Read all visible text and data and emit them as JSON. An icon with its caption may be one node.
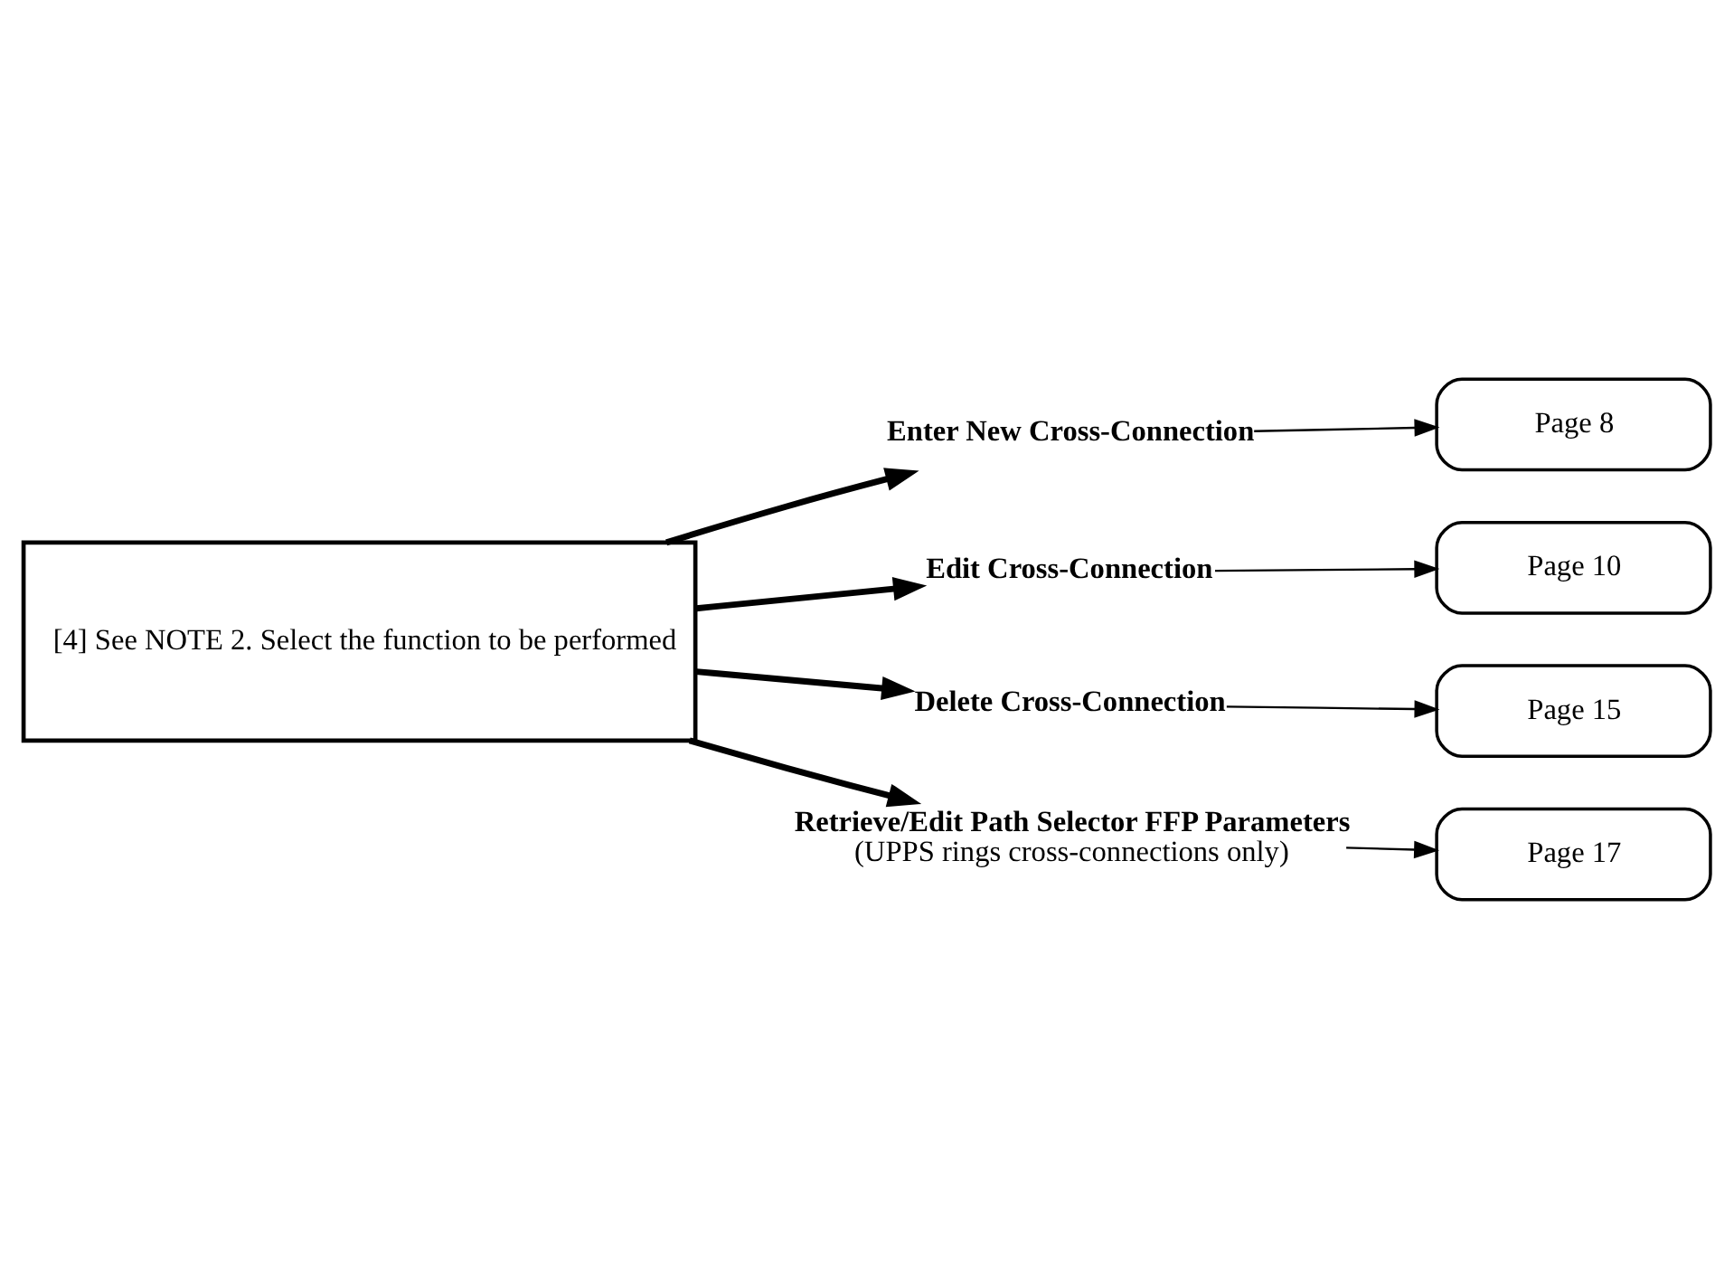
{
  "diagram": {
    "nodes": [
      {
        "text": [
          "[4] See NOTE 2. Select the function to be performed"
        ]
      },
      {
        "text": [
          "Enter New Cross-Connection"
        ]
      },
      {
        "text": [
          "Edit Cross-Connection"
        ]
      },
      {
        "text": [
          "Delete Cross-Connection"
        ]
      },
      {
        "text": [
          "Retrieve/Edit Path Selector FFP Parameters",
          "(UPPS rings cross-connections only)"
        ]
      },
      {
        "text": [
          "Page 8"
        ]
      },
      {
        "text": [
          "Page 10"
        ]
      },
      {
        "text": [
          "Page 15"
        ]
      },
      {
        "text": [
          "Page 17"
        ]
      }
    ],
    "edges": [
      {
        "from": 0,
        "to": 1,
        "arrow": "to",
        "style": "thick"
      },
      {
        "from": 0,
        "to": 2,
        "arrow": "to",
        "style": "thick"
      },
      {
        "from": 0,
        "to": 3,
        "arrow": "to",
        "style": "thick"
      },
      {
        "from": 0,
        "to": 4,
        "arrow": "to",
        "style": "thick"
      },
      {
        "from": 1,
        "to": 5,
        "arrow": "to"
      },
      {
        "from": 2,
        "to": 6,
        "arrow": "to"
      },
      {
        "from": 3,
        "to": 7,
        "arrow": "to"
      },
      {
        "from": 4,
        "to": 8,
        "arrow": "to"
      }
    ]
  }
}
